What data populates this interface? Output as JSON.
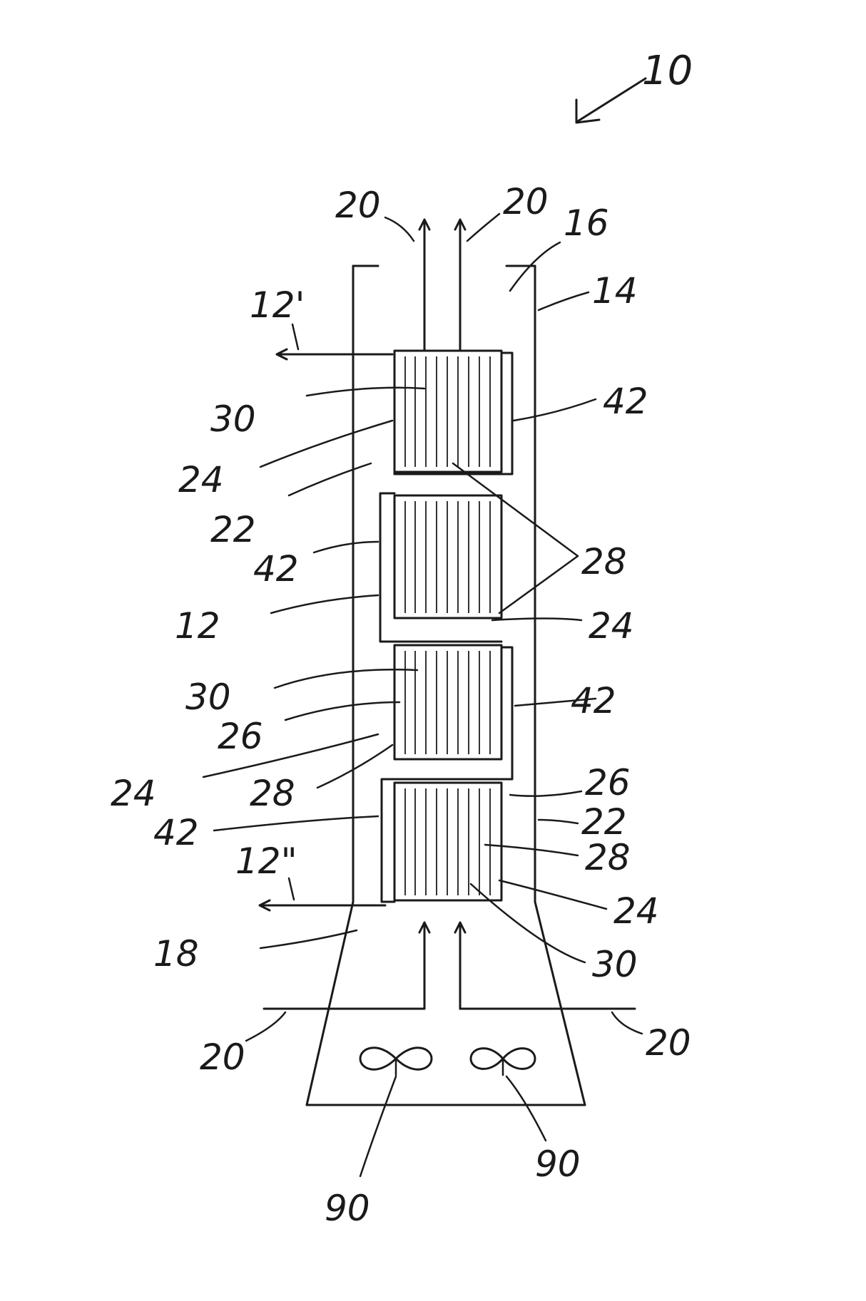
{
  "labels": {
    "ref_10": "10",
    "ref_20_top_left": "20",
    "ref_20_top_right": "20",
    "ref_16": "16",
    "ref_14": "14",
    "ref_12_prime": "12'",
    "ref_30_a": "30",
    "ref_42_a": "42",
    "ref_24_a": "24",
    "ref_22_a": "22",
    "ref_42_b": "42",
    "ref_28_a": "28",
    "ref_12": "12",
    "ref_24_b": "24",
    "ref_30_b": "30",
    "ref_42_c": "42",
    "ref_26_a": "26",
    "ref_24_c": "24",
    "ref_28_b": "28",
    "ref_26_b": "26",
    "ref_42_d": "42",
    "ref_22_b": "22",
    "ref_12_double_prime": "12\"",
    "ref_28_c": "28",
    "ref_24_d": "24",
    "ref_18": "18",
    "ref_30_c": "30",
    "ref_20_bottom_left": "20",
    "ref_20_bottom_right": "20",
    "ref_90_left": "90",
    "ref_90_right": "90"
  }
}
